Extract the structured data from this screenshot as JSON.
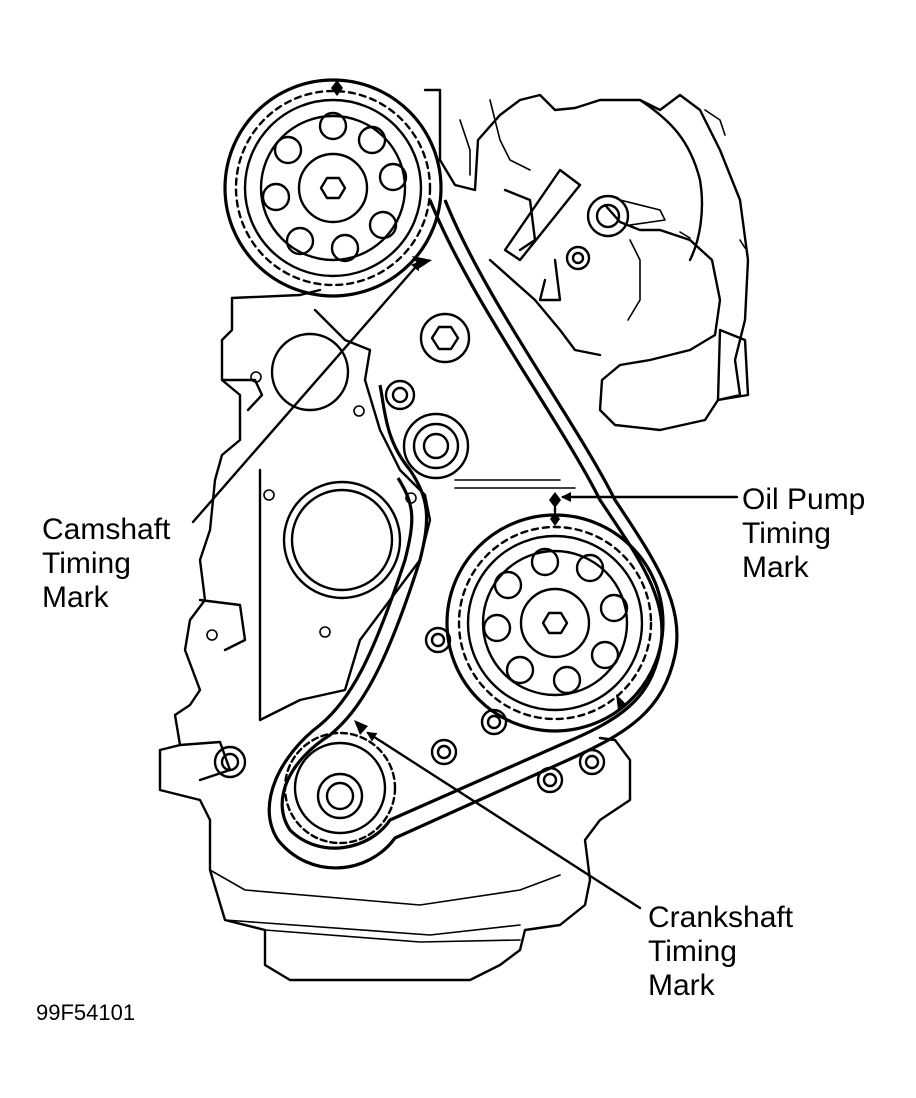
{
  "labels": {
    "camshaft": [
      "Camshaft",
      "Timing",
      "Mark"
    ],
    "oil_pump": [
      "Oil Pump",
      "Timing",
      "Mark"
    ],
    "crankshaft": [
      "Crankshaft",
      "Timing",
      "Mark"
    ]
  },
  "figure_code": "99F54101",
  "colors": {
    "line": "#000000",
    "background": "#ffffff"
  }
}
